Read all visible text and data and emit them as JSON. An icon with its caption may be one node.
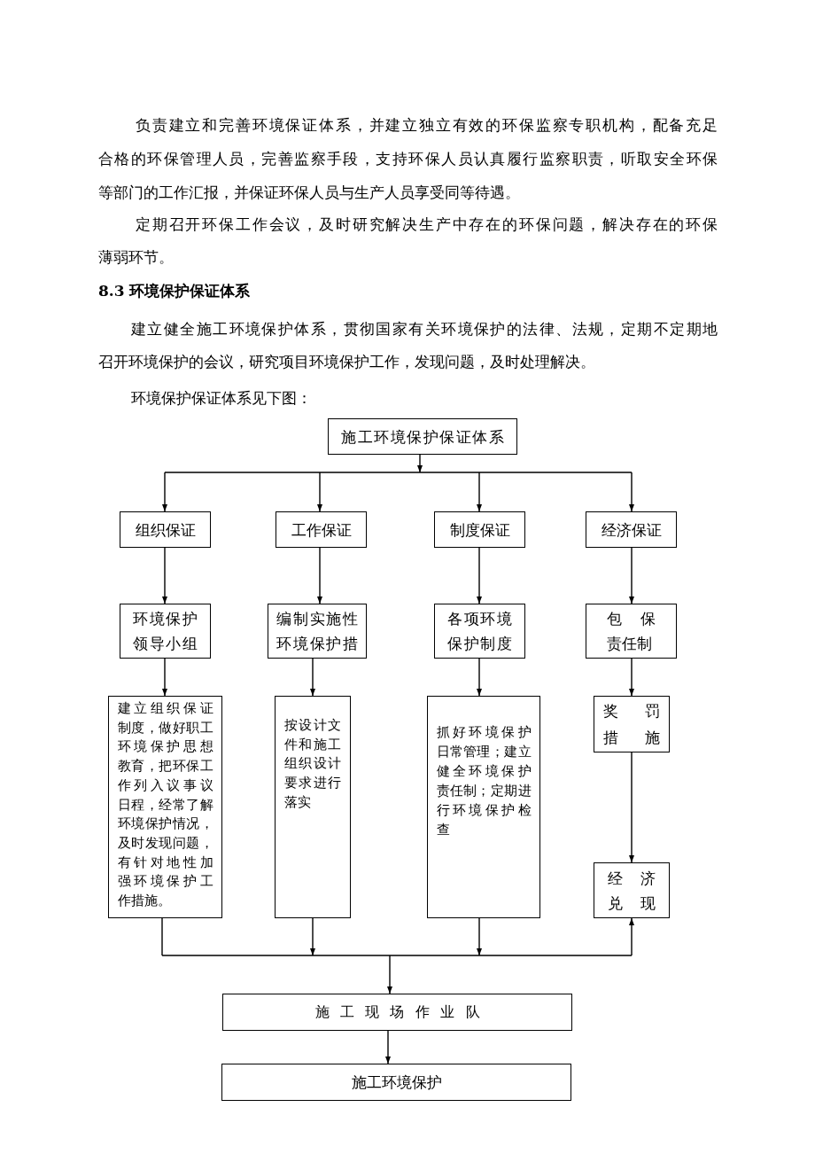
{
  "diagram": {
    "title": "8.3 环境保护保证体系",
    "nodes": [
      {
        "text": [
          "施工环境保护保证体系"
        ]
      },
      {
        "text": [
          "组织保证"
        ]
      },
      {
        "text": [
          "工作保证"
        ]
      },
      {
        "text": [
          "制度保证"
        ]
      },
      {
        "text": [
          "经济保证"
        ]
      },
      {
        "text": [
          "环境保护领导小组"
        ]
      },
      {
        "text": [
          "编制实施性环境保护措"
        ]
      },
      {
        "text": [
          "各项环境保护制度"
        ]
      },
      {
        "text": [
          "包保责任制"
        ]
      },
      {
        "text": [
          "建立组织保证制度，做好职工环境保护思想教育，把环保工作列入议事议日程，经常了解环境保护情况，及时发现问题，有针对地性加强环境保护工作措施。"
        ]
      },
      {
        "text": [
          "按设计文件和施工组织设计要求进行落实"
        ]
      },
      {
        "text": [
          "抓好环境保护日常管理；建立健全环境保护责任制；定期进行环境保护检查"
        ]
      },
      {
        "text": [
          "奖罚措施"
        ]
      },
      {
        "text": [
          "经济兑现"
        ]
      },
      {
        "text": [
          "施工现场作业队"
        ]
      },
      {
        "text": [
          "施工环境保护"
        ]
      }
    ],
    "edges": [
      {
        "from": 0,
        "to": 1,
        "arrow": "to"
      },
      {
        "from": 0,
        "to": 2,
        "arrow": "to"
      },
      {
        "from": 0,
        "to": 3,
        "arrow": "to"
      },
      {
        "from": 0,
        "to": 4,
        "arrow": "to"
      },
      {
        "from": 1,
        "to": 5,
        "arrow": "to"
      },
      {
        "from": 2,
        "to": 6,
        "arrow": "to"
      },
      {
        "from": 3,
        "to": 7,
        "arrow": "to"
      },
      {
        "from": 4,
        "to": 8,
        "arrow": "to"
      },
      {
        "from": 5,
        "to": 9,
        "arrow": "to"
      },
      {
        "from": 6,
        "to": 10,
        "arrow": "to"
      },
      {
        "from": 7,
        "to": 11,
        "arrow": "to"
      },
      {
        "from": 8,
        "to": 12,
        "arrow": "to"
      },
      {
        "from": 12,
        "to": 13,
        "arrow": "to"
      },
      {
        "from": 9,
        "to": 14,
        "arrow": "to"
      },
      {
        "from": 10,
        "to": 14,
        "arrow": "to"
      },
      {
        "from": 11,
        "to": 14,
        "arrow": "to"
      },
      {
        "from": 9,
        "to": 13,
        "arrow": "to"
      },
      {
        "from": 10,
        "to": 13,
        "arrow": "to"
      },
      {
        "from": 11,
        "to": 13,
        "arrow": "to"
      },
      {
        "from": 14,
        "to": 15,
        "arrow": "to"
      }
    ],
    "labels": [
      "负责建立和完善环境保证体系，并建立独立有效的环保监察专职机构，配备充足合格的环保管理人员，完善监察手段，支持环保人员认真履行监察职责，听取安全环保等部门的工作汇报，并保证环保人员与生产人员享受同等待遇。",
      "定期召开环保工作会议，及时研究解决生产中存在的环保问题，解决存在的环保薄弱环节。",
      "建立健全施工环境保护体系，贯彻国家有关环境保护的法律、法规，定期不定期地召开环境保护的会议，研究项目环境保护工作，发现问题，及时处理解决。",
      "环境保护保证体系见下图："
    ]
  }
}
